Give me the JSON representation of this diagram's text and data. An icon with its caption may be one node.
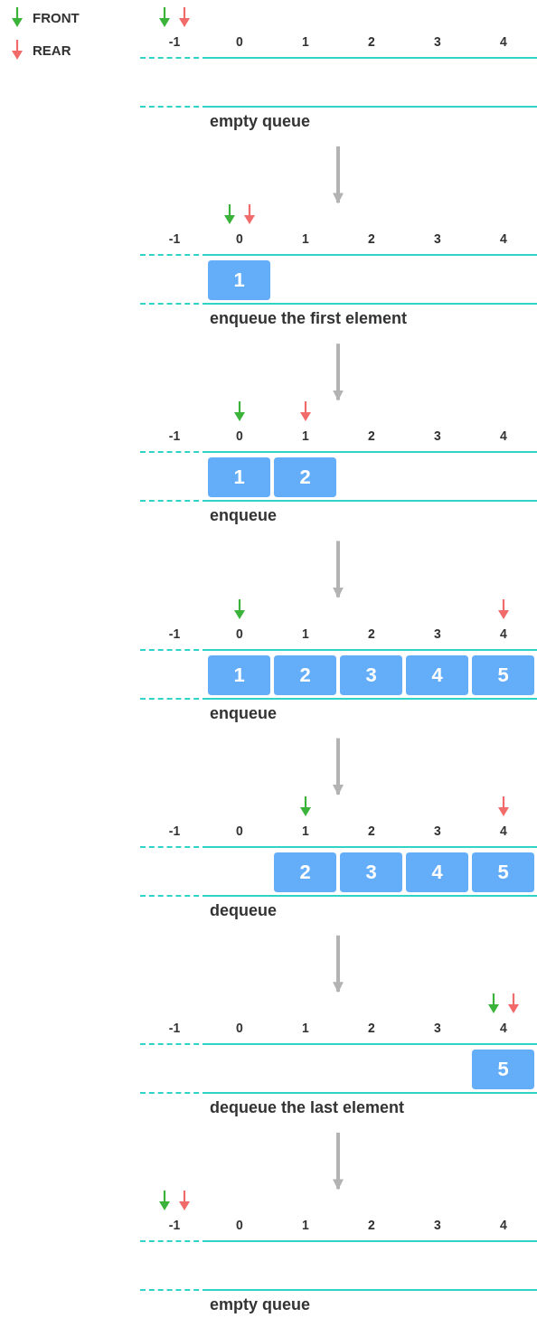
{
  "diagram": {
    "nodes": [
      {
        "text": [
          "empty queue"
        ]
      },
      {
        "text": [
          "enqueue the first element"
        ]
      },
      {
        "text": [
          "1"
        ],
        "in": 1
      },
      {
        "text": [
          "enqueue"
        ]
      },
      {
        "text": [
          "1"
        ],
        "in": 3
      },
      {
        "text": [
          "2"
        ],
        "in": 3
      },
      {
        "text": [
          "enqueue"
        ]
      },
      {
        "text": [
          "1"
        ],
        "in": 6
      },
      {
        "text": [
          "2"
        ],
        "in": 6
      },
      {
        "text": [
          "3"
        ],
        "in": 6
      },
      {
        "text": [
          "4"
        ],
        "in": 6
      },
      {
        "text": [
          "5"
        ],
        "in": 6
      },
      {
        "text": [
          "dequeue"
        ]
      },
      {
        "text": [
          "2"
        ],
        "in": 12
      },
      {
        "text": [
          "3"
        ],
        "in": 12
      },
      {
        "text": [
          "4"
        ],
        "in": 12
      },
      {
        "text": [
          "5"
        ],
        "in": 12
      },
      {
        "text": [
          "dequeue the last element"
        ]
      },
      {
        "text": [
          "5"
        ],
        "in": 17
      },
      {
        "text": [
          "empty queue"
        ]
      }
    ],
    "edges": [
      {
        "from": 0,
        "to": 1,
        "arrow": "to"
      },
      {
        "from": 1,
        "to": 3,
        "arrow": "to"
      },
      {
        "from": 3,
        "to": 6,
        "arrow": "to"
      },
      {
        "from": 6,
        "to": 12,
        "arrow": "to"
      },
      {
        "from": 12,
        "to": 17,
        "arrow": "to"
      },
      {
        "from": 17,
        "to": 19,
        "arrow": "to"
      }
    ],
    "labels": [
      "-1",
      "0",
      "1",
      "2",
      "3",
      "4",
      "-1",
      "0",
      "1",
      "2",
      "3",
      "4",
      "-1",
      "0",
      "1",
      "2",
      "3",
      "4",
      "-1",
      "0",
      "1",
      "2",
      "3",
      "4",
      "-1",
      "0",
      "1",
      "2",
      "3",
      "4",
      "-1",
      "0",
      "1",
      "2",
      "3",
      "4",
      "-1",
      "0",
      "1",
      "2",
      "3",
      "4"
    ],
    "legend": [
      {
        "text": "FRONT"
      },
      {
        "text": "REAR"
      }
    ]
  }
}
